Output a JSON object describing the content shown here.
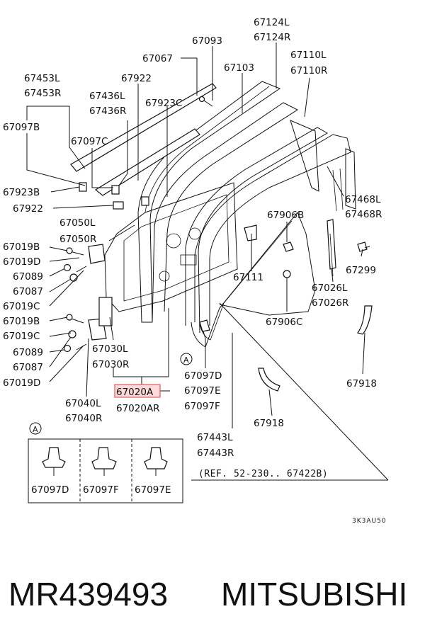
{
  "labels": [
    {
      "id": "l-67124L",
      "text": "67124L"
    },
    {
      "id": "l-67124R",
      "text": "67124R"
    },
    {
      "id": "l-67093",
      "text": "67093"
    },
    {
      "id": "l-67067",
      "text": "67067"
    },
    {
      "id": "l-67110L",
      "text": "67110L"
    },
    {
      "id": "l-67110R",
      "text": "67110R"
    },
    {
      "id": "l-67103",
      "text": "67103"
    },
    {
      "id": "l-67453L",
      "text": "67453L"
    },
    {
      "id": "l-67453R",
      "text": "67453R"
    },
    {
      "id": "l-67922a",
      "text": "67922"
    },
    {
      "id": "l-67436L",
      "text": "67436L"
    },
    {
      "id": "l-67436R",
      "text": "67436R"
    },
    {
      "id": "l-67923C",
      "text": "67923C"
    },
    {
      "id": "l-67097B",
      "text": "67097B"
    },
    {
      "id": "l-67097C",
      "text": "67097C"
    },
    {
      "id": "l-67923B",
      "text": "67923B"
    },
    {
      "id": "l-67468L",
      "text": "67468L"
    },
    {
      "id": "l-67468R",
      "text": "67468R"
    },
    {
      "id": "l-67922b",
      "text": "67922"
    },
    {
      "id": "l-67906B",
      "text": "67906B"
    },
    {
      "id": "l-67050L",
      "text": "67050L"
    },
    {
      "id": "l-67050R",
      "text": "67050R"
    },
    {
      "id": "l-67019B-1",
      "text": "67019B"
    },
    {
      "id": "l-67019D-1",
      "text": "67019D"
    },
    {
      "id": "l-67299",
      "text": "67299"
    },
    {
      "id": "l-67089-1",
      "text": "67089"
    },
    {
      "id": "l-67111",
      "text": "67111"
    },
    {
      "id": "l-67087-1",
      "text": "67087"
    },
    {
      "id": "l-67026L",
      "text": "67026L"
    },
    {
      "id": "l-67026R",
      "text": "67026R"
    },
    {
      "id": "l-67019C-1",
      "text": "67019C"
    },
    {
      "id": "l-67019B-2",
      "text": "67019B"
    },
    {
      "id": "l-67906C",
      "text": "67906C"
    },
    {
      "id": "l-67019C-2",
      "text": "67019C"
    },
    {
      "id": "l-67089-2",
      "text": "67089"
    },
    {
      "id": "l-67030L",
      "text": "67030L"
    },
    {
      "id": "l-67030R",
      "text": "67030R"
    },
    {
      "id": "l-67087-2",
      "text": "67087"
    },
    {
      "id": "l-67019D-2",
      "text": "67019D"
    },
    {
      "id": "l-67097D",
      "text": "67097D"
    },
    {
      "id": "l-67097E",
      "text": "67097E"
    },
    {
      "id": "l-67097F",
      "text": "67097F"
    },
    {
      "id": "l-67918a",
      "text": "67918"
    },
    {
      "id": "l-67020A",
      "text": "67020A"
    },
    {
      "id": "l-67020AR",
      "text": "67020AR"
    },
    {
      "id": "l-67040L",
      "text": "67040L"
    },
    {
      "id": "l-67040R",
      "text": "67040R"
    },
    {
      "id": "l-67918b",
      "text": "67918"
    },
    {
      "id": "l-67443L",
      "text": "67443L"
    },
    {
      "id": "l-67443R",
      "text": "67443R"
    }
  ],
  "callouts": {
    "a1": "A",
    "a2": "A"
  },
  "detail": {
    "d": "67097D",
    "f": "67097F",
    "e": "67097E"
  },
  "ref_text": "(REF. 52-230.. 67422B)",
  "code": "3K3AU50",
  "footer": {
    "part_number": "MR439493",
    "brand": "MITSUBISHI"
  }
}
